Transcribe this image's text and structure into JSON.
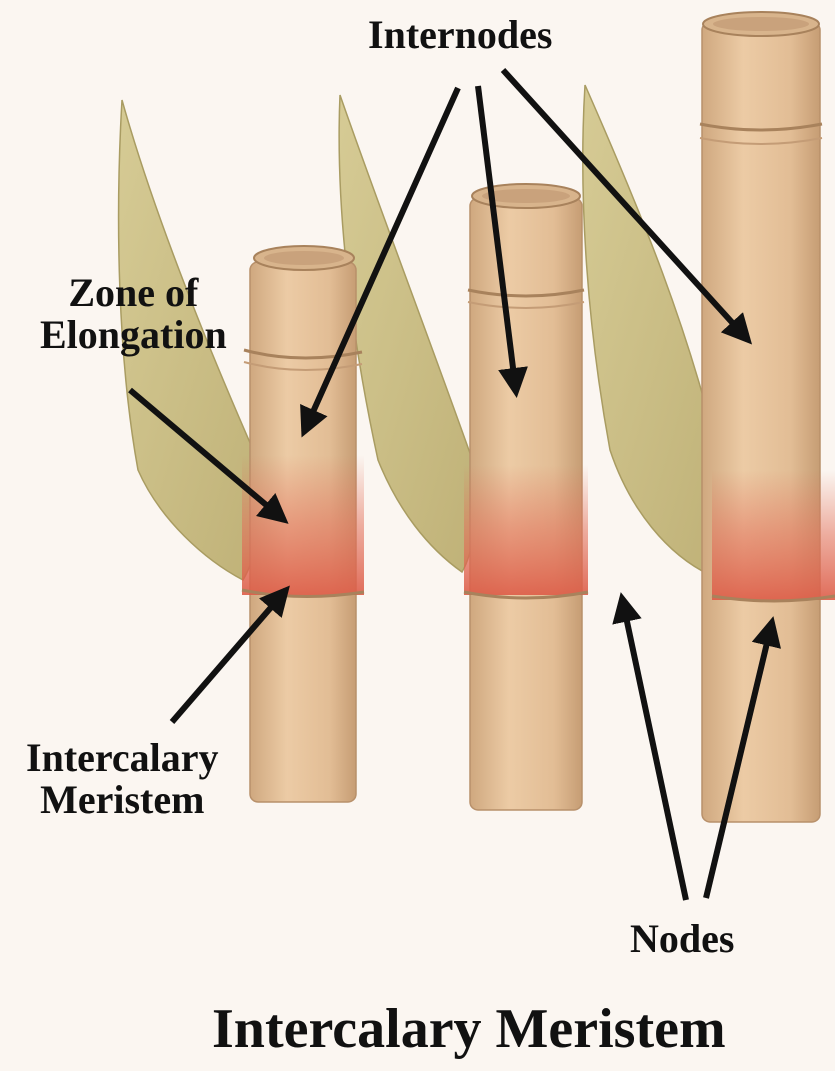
{
  "labels": {
    "internodes": "Internodes",
    "zone_line1": "Zone of",
    "zone_line2": "Elongation",
    "intercalary_line1": "Intercalary",
    "intercalary_line2": "Meristem",
    "nodes": "Nodes"
  },
  "title": "Intercalary Meristem",
  "colors": {
    "background": "#fbf6f1",
    "stem": "#e6c39c",
    "stem_shade": "#c9a27a",
    "meristem": "#e2705a",
    "leaf": "#cdc089",
    "arrow": "#111111"
  }
}
